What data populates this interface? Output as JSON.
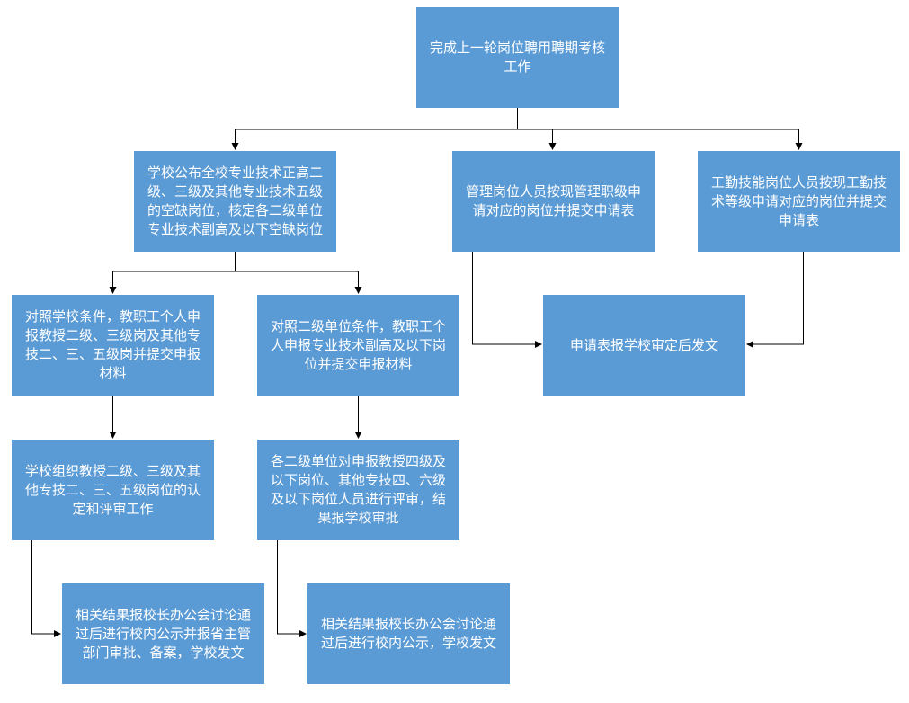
{
  "nodes": {
    "start": "完成上一轮岗位聘用聘期考核工作",
    "school_publish": "学校公布全校专业技术正高二级、三级及其他专业技术五级的空缺岗位，核定各二级单位专业技术副高及以下空缺岗位",
    "mgmt_apply": "管理岗位人员按现管理职级申请对应的岗位并提交申请表",
    "worker_apply": "工勤技能岗位人员按现工勤技术等级申请对应的岗位并提交申请表",
    "school_conditions_apply": "对照学校条件，教职工个人申报教授二级、三级岗及其他专技二、三、五级岗并提交申报材料",
    "dept_conditions_apply": "对照二级单位条件，教职工个人申报专业技术副高及以下岗位并提交申报材料",
    "application_approval": "申请表报学校审定后发文",
    "school_review": "学校组织教授二级、三级及其他专技二、三、五级岗位的认定和评审工作",
    "dept_review": "各二级单位对申报教授四级及以下岗位、其他专技四、六级及以下岗位人员进行评审，结果报学校审批",
    "school_result_publish": "相关结果报校长办公会讨论通过后进行校内公示并报省主管部门审批、备案，学校发文",
    "dept_result_publish": "相关结果报校长办公会讨论通过后进行校内公示，学校发文"
  },
  "colors": {
    "box_fill": "#5b9bd5",
    "box_text": "#ffffff",
    "connector": "#000000"
  }
}
